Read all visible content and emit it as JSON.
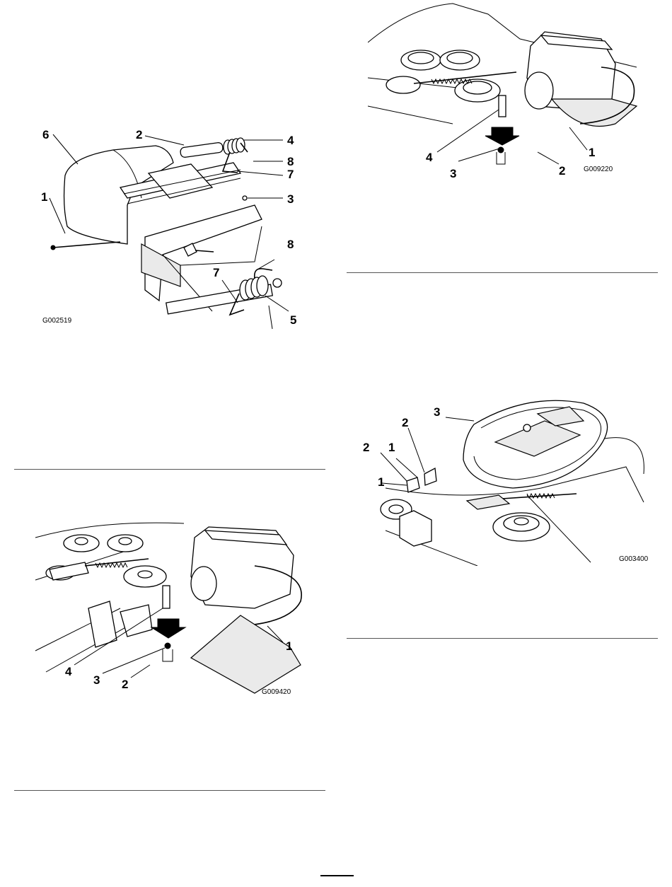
{
  "figures": [
    {
      "id": "G002519",
      "callouts": [
        "1",
        "2",
        "3",
        "4",
        "5",
        "6",
        "7",
        "8",
        "7",
        "8"
      ],
      "code": "G002519"
    },
    {
      "id": "G009220",
      "callouts": [
        "1",
        "2",
        "3",
        "4"
      ],
      "code": "G009220"
    },
    {
      "id": "G003400",
      "callouts": [
        "1",
        "1",
        "2",
        "2",
        "3"
      ],
      "code": "G003400"
    },
    {
      "id": "G009420",
      "callouts": [
        "1",
        "2",
        "3",
        "4"
      ],
      "code": "G009420"
    }
  ]
}
